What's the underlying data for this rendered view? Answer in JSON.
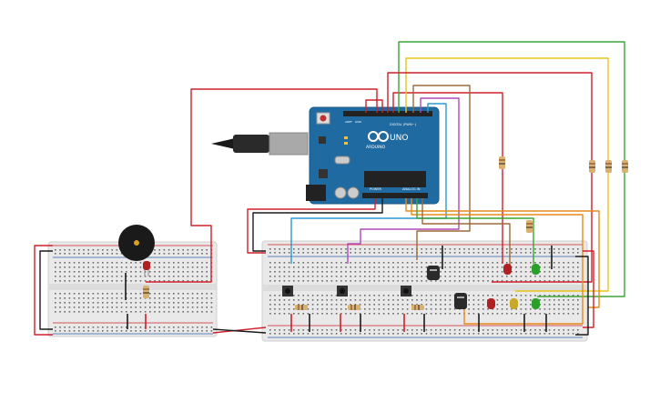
{
  "board": {
    "name": "UNO",
    "brand": "ARDUINO",
    "digital_label": "DIGITAL (PWM~)",
    "analog_label": "ANALOG IN",
    "power_label": "POWER",
    "aref_label": "AREF",
    "gnd_label": "GND"
  },
  "colors": {
    "wire_red": "#d0202a",
    "wire_black": "#1a1a1a",
    "wire_green": "#3aa535",
    "wire_yellow": "#e8c41a",
    "wire_orange": "#e88a1a",
    "wire_brown": "#9a6a3a",
    "wire_purple": "#b04ab8",
    "wire_pink": "#d040a0",
    "wire_cyan": "#2a9ad0",
    "board_blue": "#1f6aa0",
    "breadboard": "#ececec",
    "rail_red": "#d0202a",
    "rail_blue": "#2a5fa8"
  }
}
